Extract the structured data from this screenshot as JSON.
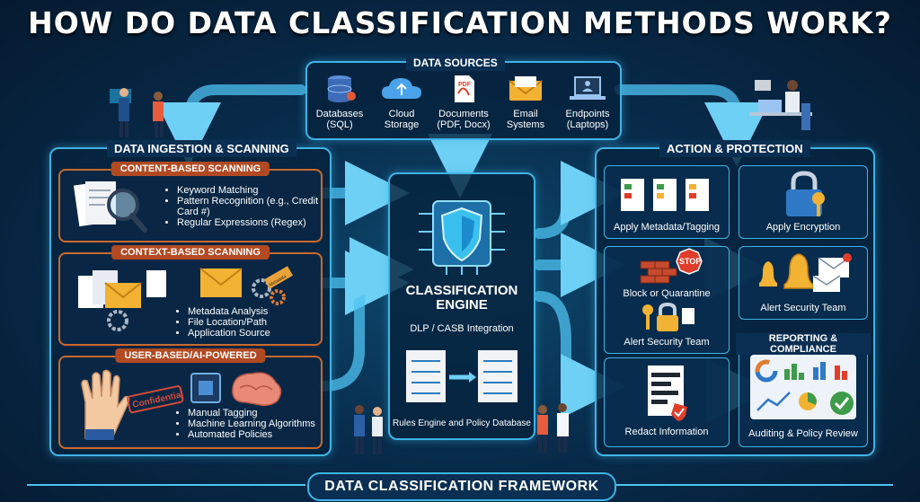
{
  "title": "HOW DO DATA CLASSIFICATION METHODS WORK?",
  "data_sources": {
    "title": "DATA SOURCES",
    "items": [
      {
        "label": "Databases (SQL)",
        "icon": "database-icon"
      },
      {
        "label": "Cloud Storage",
        "icon": "cloud-icon"
      },
      {
        "label": "Documents (PDF, Docx)",
        "icon": "pdf-document-icon",
        "badge": "PDF"
      },
      {
        "label": "Email Systems",
        "icon": "email-icon"
      },
      {
        "label": "Endpoints (Laptops)",
        "icon": "laptop-icon"
      }
    ]
  },
  "ingestion": {
    "title": "DATA INGESTION & SCANNING",
    "content": {
      "title": "CONTENT-BASED SCANNING",
      "bullets": [
        "Keyword Matching",
        "Pattern Recognition (e.g., Credit Card #)",
        "Regular Expressions (Regex)"
      ]
    },
    "context": {
      "title": "CONTEXT-BASED SCANNING",
      "bullets": [
        "Metadata Analysis",
        "File Location/Path",
        "Application Source"
      ],
      "tag_text": "Metadata"
    },
    "user": {
      "title": "USER-BASED/AI-POWERED",
      "stamp": "Confidential",
      "bullets": [
        "Manual Tagging",
        "Machine Learning Algorithms",
        "Automated Policies"
      ]
    }
  },
  "engine": {
    "title_line1": "CLASSIFICATION",
    "title_line2": "ENGINE",
    "subtitle": "DLP / CASB Integration",
    "rules_label": "Rules Engine",
    "policy_label": "and Policy Database"
  },
  "action": {
    "title": "ACTION & PROTECTION",
    "metadata_label": "Apply Metadata/Tagging",
    "encryption_label": "Apply Encryption",
    "block_label": "Block or Quarantine",
    "stop_text": "STOP",
    "alert_left_label": "Alert Security Team",
    "alert_right_label": "Alert Security Team",
    "redact_label": "Redact Information"
  },
  "reporting": {
    "title": "REPORTING & COMPLIANCE",
    "label": "Auditing & Policy Review"
  },
  "footer": "DATA CLASSIFICATION FRAMEWORK",
  "colors": {
    "accent": "#3fb3e6",
    "orange": "#c96a2c",
    "bg": "#082c4c"
  }
}
